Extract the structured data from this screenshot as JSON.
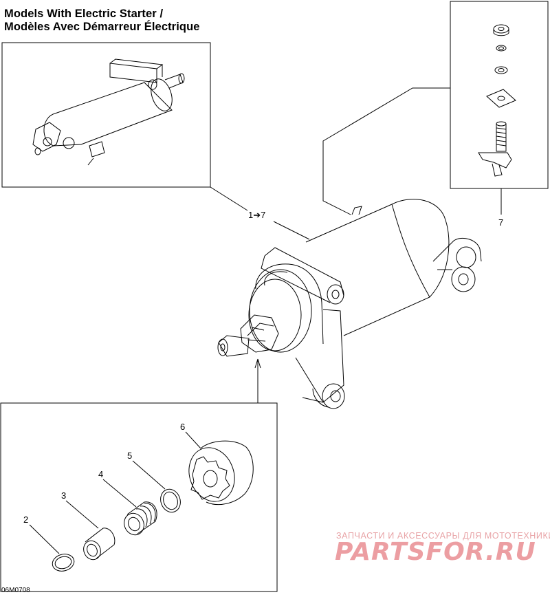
{
  "title": {
    "line1": "Models With Electric Starter /",
    "line2": "Modèles Avec Démarreur Électrique"
  },
  "callouts": {
    "c1_7": "1➔7",
    "c2": "2",
    "c3": "3",
    "c4": "4",
    "c5": "5",
    "c6": "6",
    "c7": "7"
  },
  "drawing_code": "06M0708",
  "watermark": {
    "top_text": "ЗАПЧАСТИ И АКСЕССУАРЫ ДЛЯ МОТОТЕХНИКИ",
    "logo_text": "PARTSFOR.RU"
  }
}
